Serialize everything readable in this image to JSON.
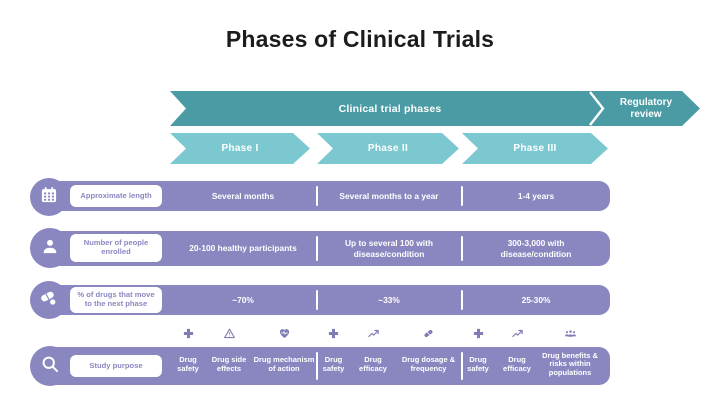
{
  "title": "Phases of Clinical Trials",
  "colors": {
    "teal": "#4A9BA4",
    "teal_light": "#7CC8D0",
    "purple": "#8A87C0"
  },
  "banner": {
    "label": "Clinical trial phases",
    "right_label": "Regulatory review"
  },
  "phases": [
    "Phase I",
    "Phase II",
    "Phase III"
  ],
  "rows": [
    {
      "icon": "calendar-icon",
      "label": "Approximate length",
      "values": [
        "Several months",
        "Several months to a year",
        "1-4 years"
      ]
    },
    {
      "icon": "person-icon",
      "label": "Number of people enrolled",
      "values": [
        "20-100 healthy participants",
        "Up to several 100 with disease/condition",
        "300-3,000 with disease/condition"
      ]
    },
    {
      "icon": "pills-icon",
      "label": "% of drugs that move to the next phase",
      "values": [
        "~70%",
        "~33%",
        "25-30%"
      ]
    }
  ],
  "purpose": {
    "icon": "magnifier-icon",
    "label": "Study purpose",
    "groups": [
      {
        "items": [
          {
            "icon": "medical-cross-icon",
            "label": "Drug safety"
          },
          {
            "icon": "warning-triangle-icon",
            "label": "Drug side effects"
          },
          {
            "icon": "heart-pulse-icon",
            "label": "Drug mechanism of action"
          }
        ]
      },
      {
        "items": [
          {
            "icon": "medical-cross-icon",
            "label": "Drug safety"
          },
          {
            "icon": "trend-up-icon",
            "label": "Drug efficacy"
          },
          {
            "icon": "pill-icon",
            "label": "Drug dosage & frequency"
          }
        ]
      },
      {
        "items": [
          {
            "icon": "medical-cross-icon",
            "label": "Drug safety"
          },
          {
            "icon": "trend-up-icon",
            "label": "Drug efficacy"
          },
          {
            "icon": "people-group-icon",
            "label": "Drug benefits & risks within populations"
          }
        ]
      }
    ]
  }
}
